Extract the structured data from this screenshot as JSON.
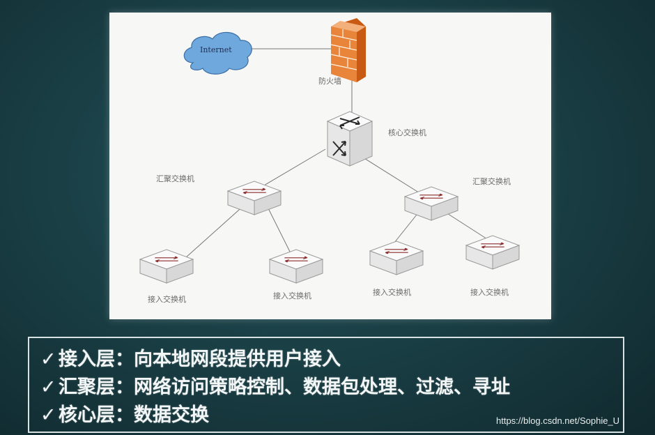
{
  "diagram": {
    "internet_label": "Internet",
    "firewall_label": "防火墙",
    "core_switch_label": "核心交换机",
    "agg_left_label": "汇聚交换机",
    "agg_right_label": "汇聚交换机",
    "access_labels": [
      "接入交换机",
      "接入交换机",
      "接入交换机",
      "接入交换机"
    ]
  },
  "bullets": [
    {
      "check": "✓",
      "text": "接入层：向本地网段提供用户接入"
    },
    {
      "check": "✓",
      "text": "汇聚层：网络访问策略控制、数据包处理、过滤、寻址"
    },
    {
      "check": "✓",
      "text": "核心层：数据交换"
    }
  ],
  "watermark": "https://blog.csdn.net/Sophie_U",
  "colors": {
    "background": "#183c42",
    "firewall": "#e07a2a",
    "cloud": "#6fa8dc",
    "switch_arrow": "#8b2a2a"
  }
}
